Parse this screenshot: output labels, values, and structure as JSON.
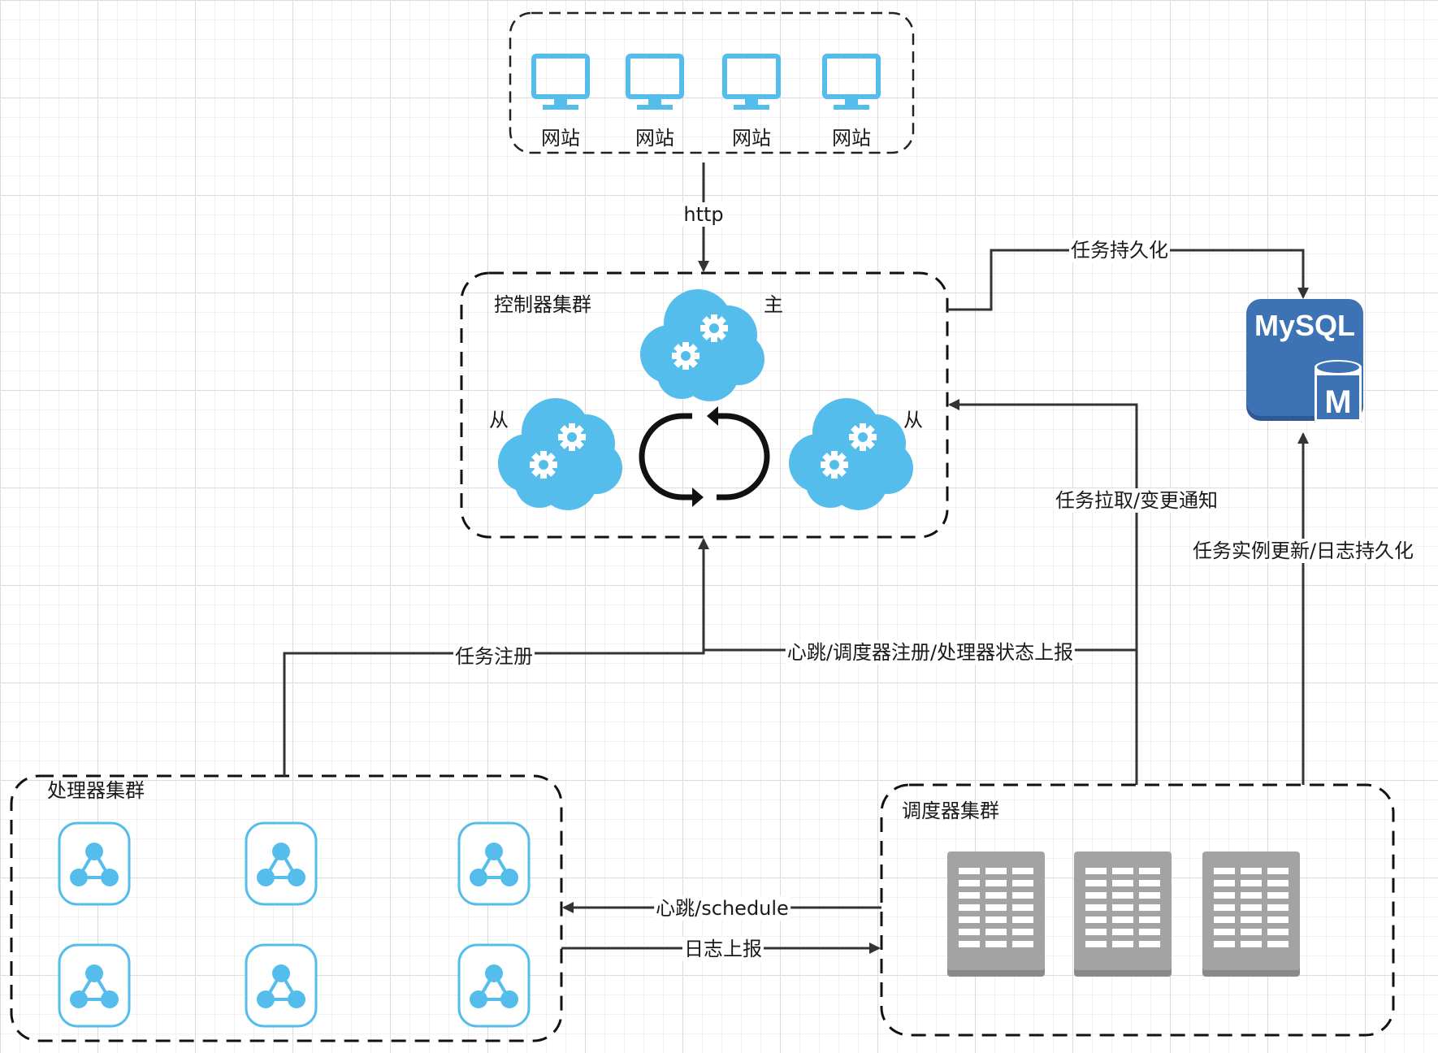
{
  "websites": {
    "labels": [
      "网站",
      "网站",
      "网站",
      "网站"
    ]
  },
  "edges": {
    "http": "http",
    "task_persist": "任务持久化",
    "task_fetch_notify": "任务拉取/变更通知",
    "instance_update_log_persist": "任务实例更新/日志持久化",
    "task_register": "任务注册",
    "heartbeat_register_report": "心跳/调度器注册/处理器状态上报",
    "heartbeat_schedule": "心跳/schedule",
    "log_report": "日志上报"
  },
  "controller_cluster": {
    "title": "控制器集群",
    "master_label": "主",
    "slave_left_label": "从",
    "slave_right_label": "从"
  },
  "processor_cluster": {
    "title": "处理器集群"
  },
  "scheduler_cluster": {
    "title": "调度器集群"
  },
  "database": {
    "name": "MySQL",
    "badge": "M"
  },
  "icons": [
    "monitor-icon",
    "cloud-gears-icon",
    "cycle-arrows-icon",
    "processor-node-icon",
    "server-rack-icon",
    "mysql-database-icon"
  ],
  "colors": {
    "accent": "#55bdec",
    "db_blue": "#3d72b4",
    "server_gray": "#a3a3a3",
    "edge": "#333333"
  }
}
